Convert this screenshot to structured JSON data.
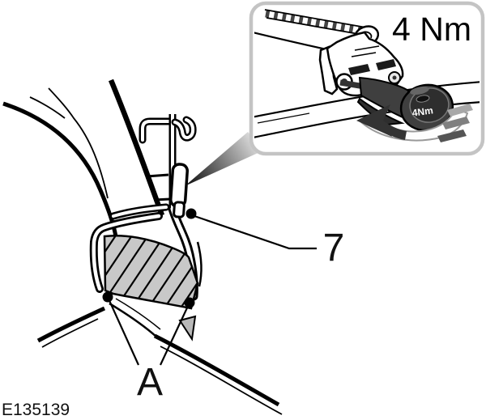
{
  "figure": {
    "code": "E135139"
  },
  "inset": {
    "torque_label": "4 Nm",
    "tool_face_label": "4Nm"
  },
  "callouts": {
    "part": "7",
    "area": "A"
  },
  "colors": {
    "line": "#000000",
    "background": "#ffffff",
    "seal_fill": "#c8c8c8",
    "seal_wedge_fill": "#b8b8b8",
    "inset_border": "#c4c4c4",
    "tool_body": "#3f3f3f",
    "arrow_dark": "#333333",
    "pointer_dark": "#0a0a0a",
    "pointer_light": "#e0e0e0"
  }
}
